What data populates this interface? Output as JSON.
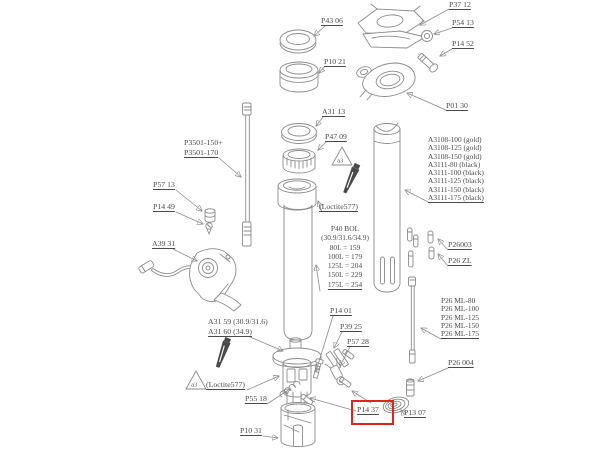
{
  "diagram": {
    "type": "exploded-parts-diagram",
    "subject": "dropper seatpost assembly",
    "background": "#ffffff",
    "line_color": "#8b8b8b",
    "text_color": "#4a4a4a",
    "highlight_color": "#e3231a"
  },
  "labels": {
    "p43_06": "P43 06",
    "p37_12": "P37 12",
    "p54_13": "P54 13",
    "p14_52": "P14 52",
    "p10_21": "P10 21",
    "p01_30": "P01 30",
    "a31_13": "A31 13",
    "p47_09": "P47 09",
    "p3501_150": "P3501-150+",
    "p3501_170": "P3501-170",
    "p57_13": "P57 13",
    "p14_49": "P14 49",
    "a39_31": "A39 31",
    "loctite_top": "(Loctite577)",
    "loctite_bottom": "(Loctite577)",
    "a3_marker_top": "a3",
    "a3_marker_bottom": "a3",
    "a3108_options": [
      "A3108-100 (gold)",
      "A3108-125 (gold)",
      "A3108-150 (gold)",
      "A3111-80 (black)",
      "A3111-100 (black)",
      "A3111-125 (black)",
      "A3111-150 (black)",
      "A3111-175 (black)"
    ],
    "p40_bol_block": [
      "P40 BOL",
      "(30.9/31.6/34.9)",
      "80L = 159",
      "100L = 179",
      "125L = 204",
      "150L = 229",
      "175L = 254"
    ],
    "p26003": "P26003",
    "p26_zl": "P26 ZL",
    "p26_ml_options": [
      "P26 ML-80",
      "P26 ML-100",
      "P26 ML-125",
      "P26 ML-150",
      "P26 ML-175"
    ],
    "p26_004": "P26 004",
    "a31_59": "A31 59 (30.9/31.6)",
    "a31_60": "A31 60 (34.9)",
    "p14_01": "P14 01",
    "p39_25": "P39 25",
    "p57_28": "P57 28",
    "p55_18": "P55 18",
    "p14_37": "P14 37",
    "p13_07": "P13 07",
    "p10_31": "P10 31"
  }
}
